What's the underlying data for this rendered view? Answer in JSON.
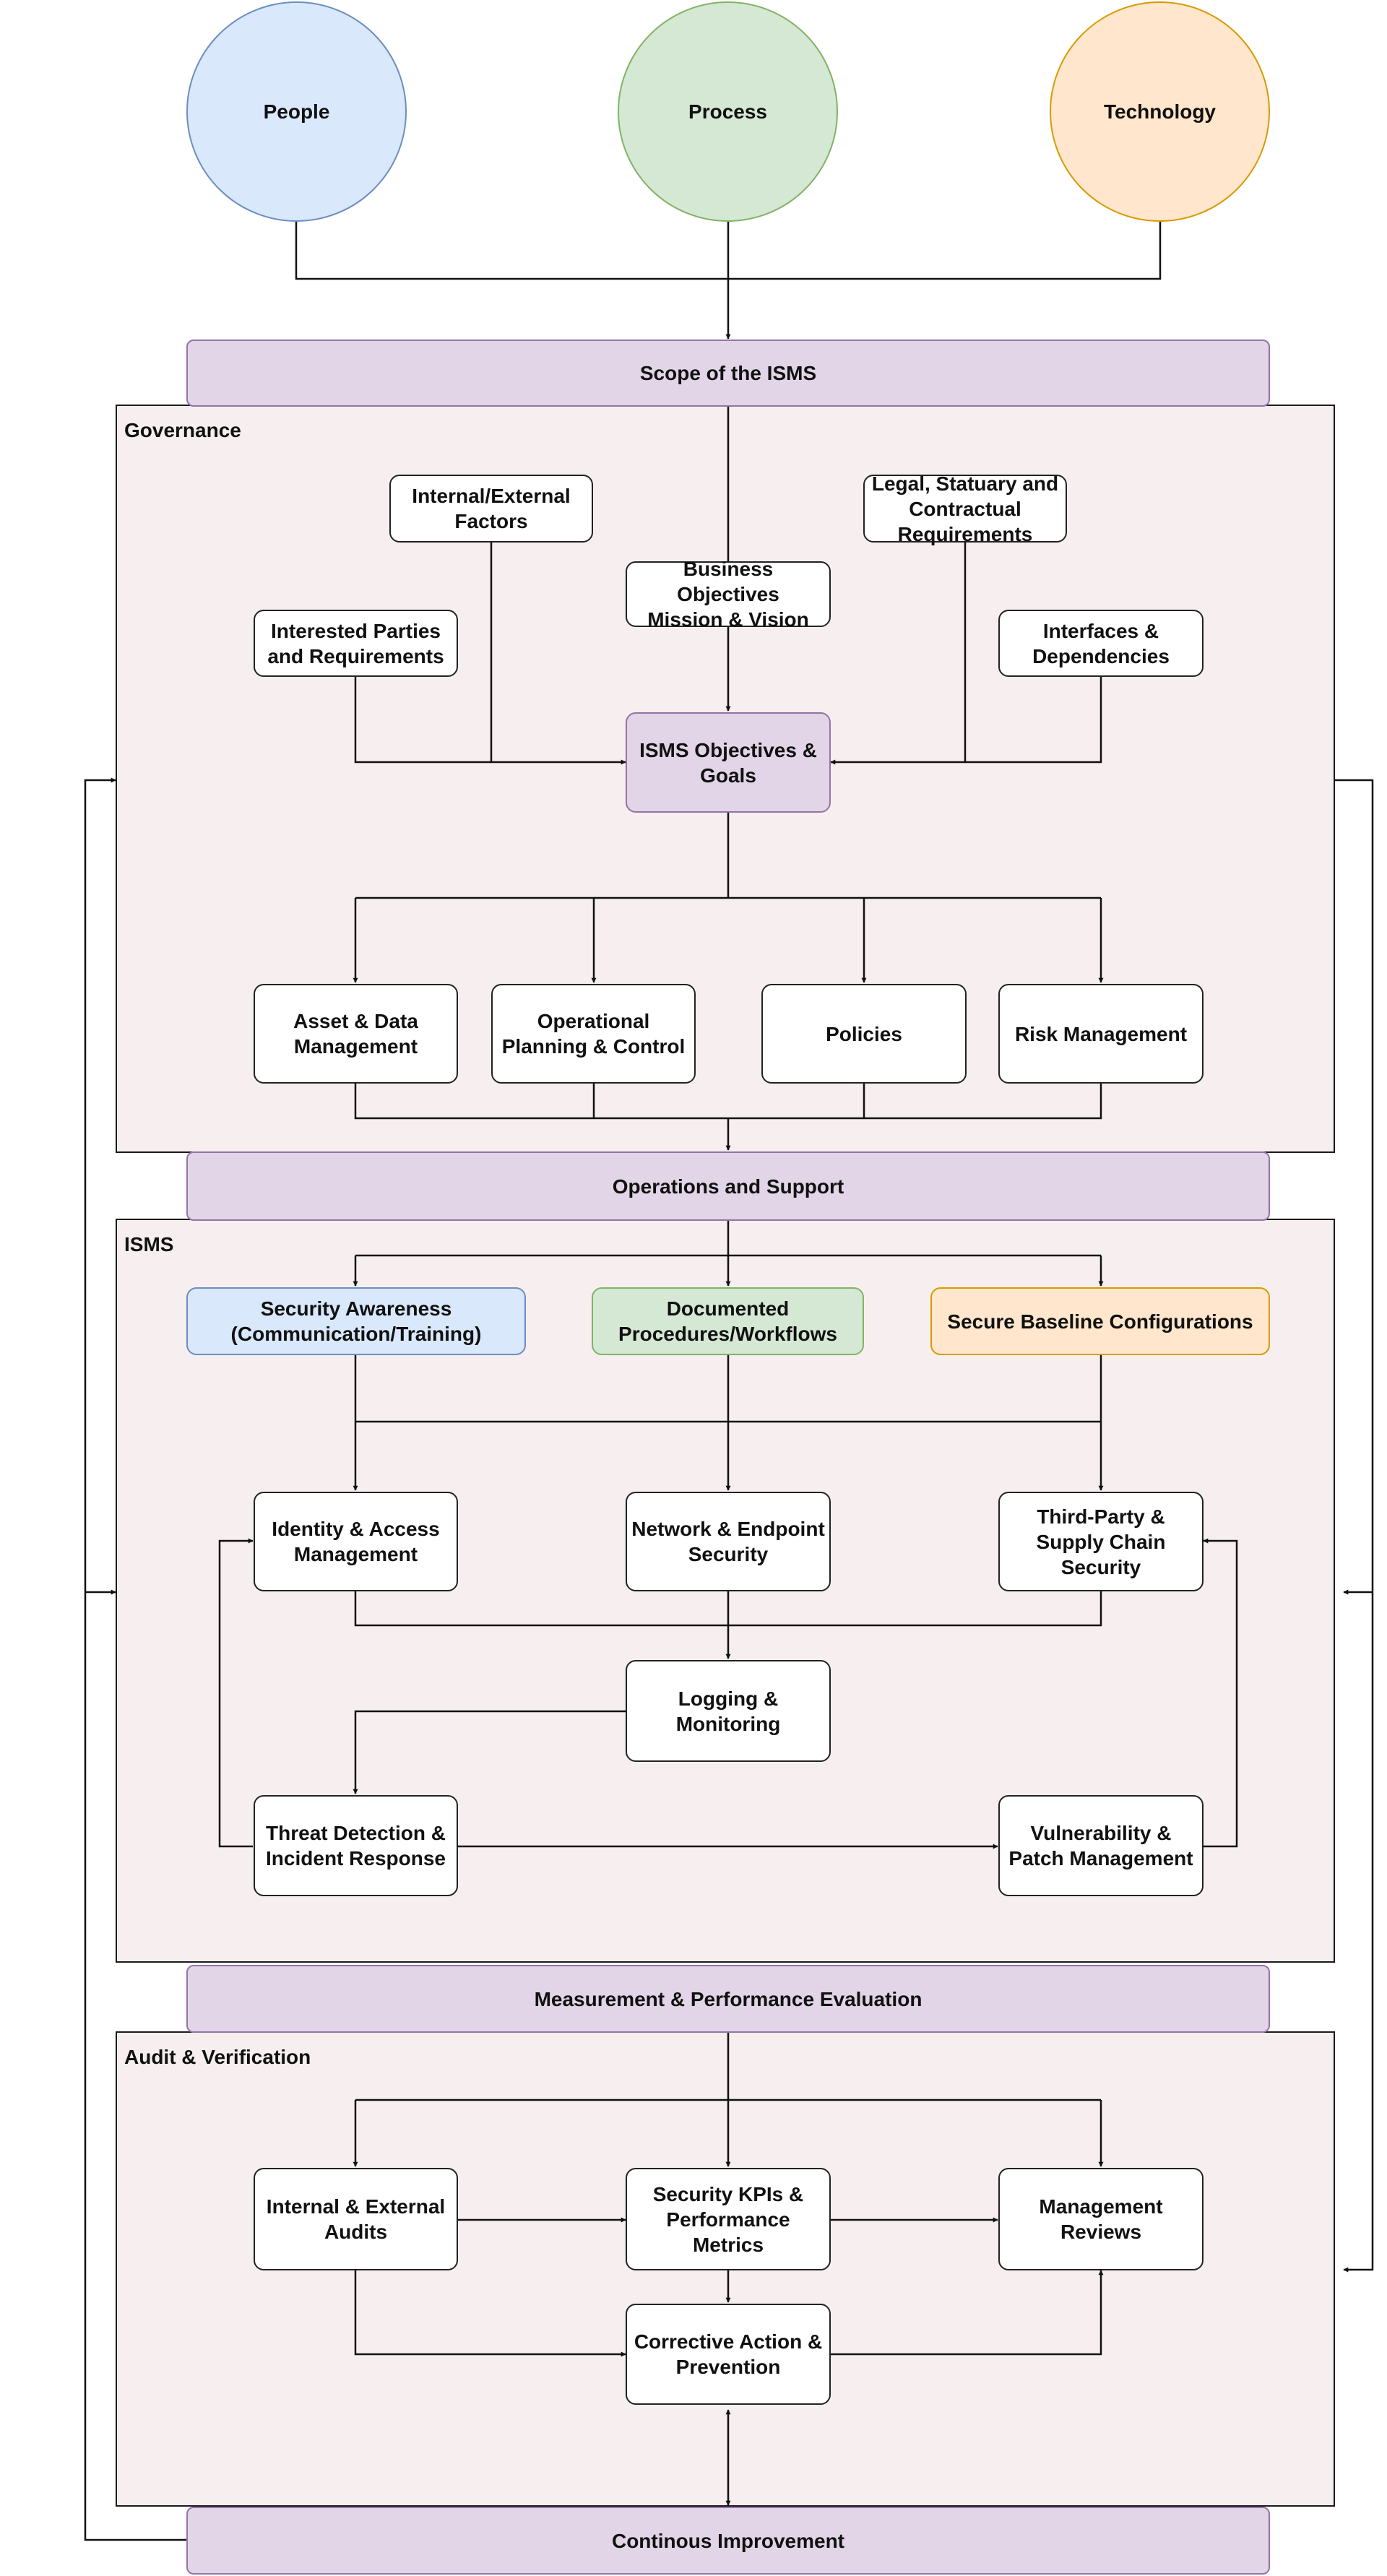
{
  "pillars": {
    "people": "People",
    "process": "Process",
    "technology": "Technology"
  },
  "bars": {
    "scope": "Scope of the ISMS",
    "operations": "Operations and Support",
    "measurement": "Measurement & Performance Evaluation",
    "improvement": "Continous Improvement"
  },
  "governance": {
    "title": "Governance",
    "internal_external_factors": "Internal/External\nFactors",
    "legal_requirements": "Legal, Statuary and\nContractual\nRequirements",
    "business_objectives": "Business Objectives\nMission & Vision",
    "interested_parties": "Interested Parties\nand Requirements",
    "interfaces_dependencies": "Interfaces &\nDependencies",
    "isms_objectives": "ISMS Objectives &\nGoals",
    "asset_data": "Asset & Data\nManagement",
    "operational_planning": "Operational\nPlanning & Control",
    "policies": "Policies",
    "risk_management": "Risk Management"
  },
  "isms": {
    "title": "ISMS",
    "security_awareness": "Security Awareness\n(Communication/Training)",
    "documented_procedures": "Documented\nProcedures/Workflows",
    "secure_baseline": "Secure Baseline Configurations",
    "identity_access": "Identity & Access\nManagement",
    "network_endpoint": "Network & Endpoint\nSecurity",
    "third_party": "Third-Party &\nSupply Chain\nSecurity",
    "logging_monitoring": "Logging &\nMonitoring",
    "threat_detection": "Threat Detection &\nIncident Response",
    "vulnerability_patch": "Vulnerability &\nPatch Management"
  },
  "audit": {
    "title": "Audit & Verification",
    "internal_external_audits": "Internal & External\nAudits",
    "security_kpis": "Security KPIs &\nPerformance\nMetrics",
    "management_reviews": "Management\nReviews",
    "corrective_action": "Corrective Action &\nPrevention"
  }
}
